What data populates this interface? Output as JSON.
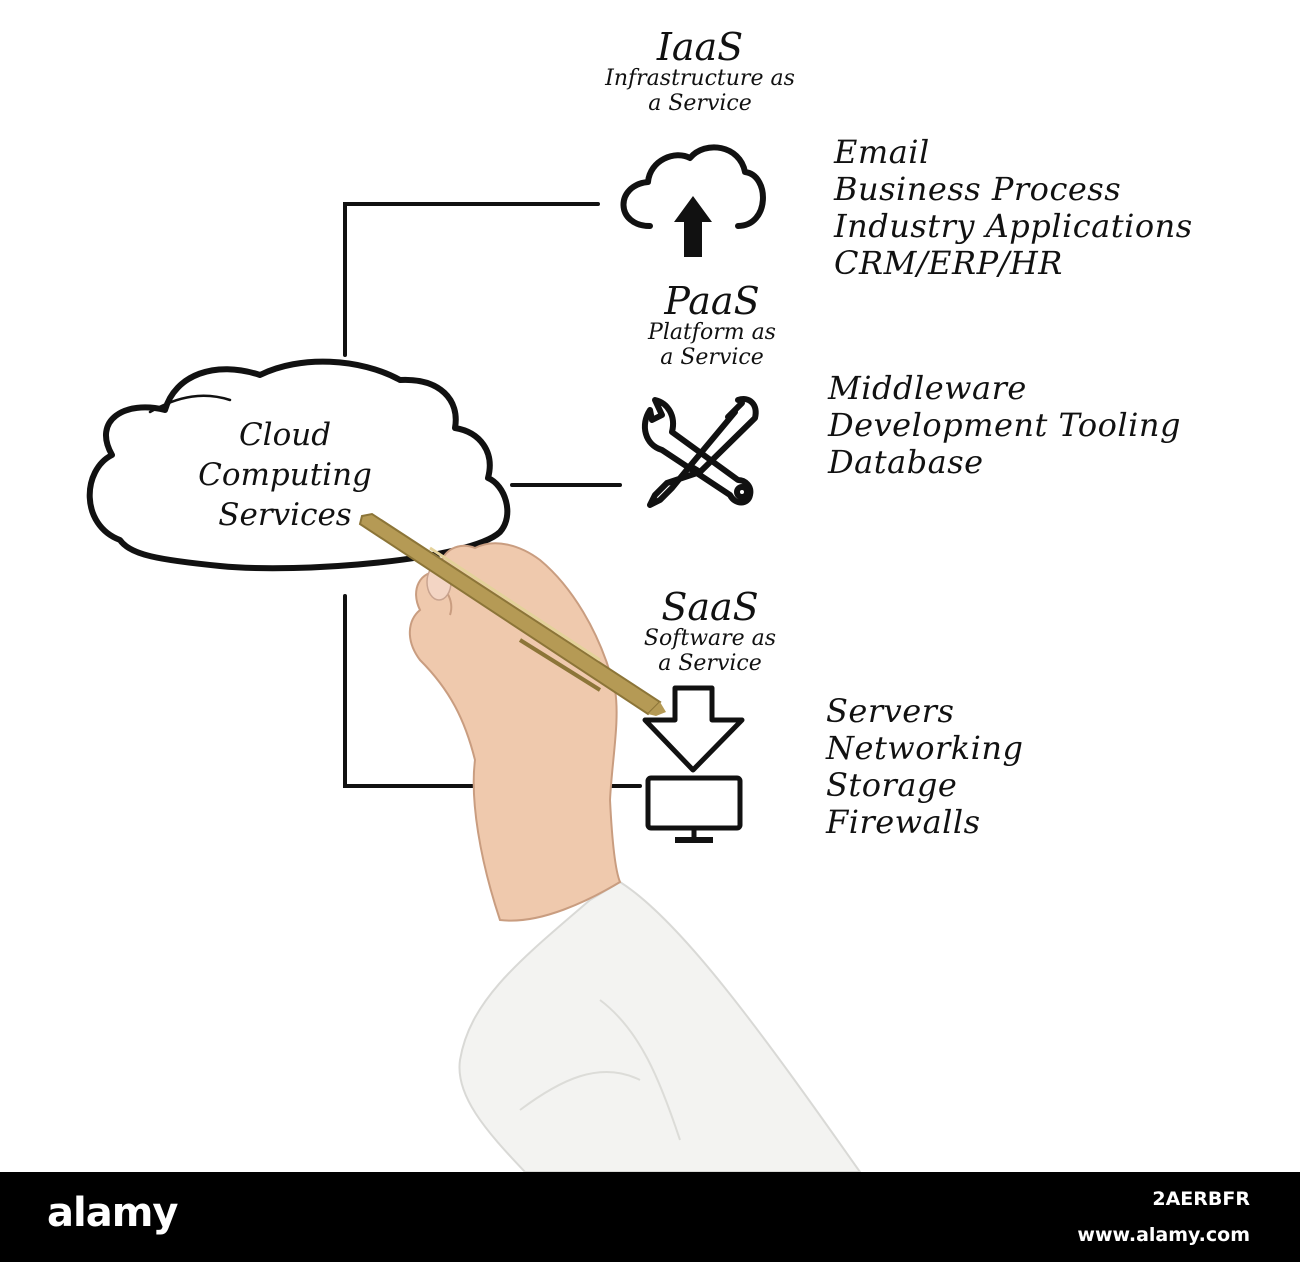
{
  "cloud": {
    "label": "Cloud\nComputing\nServices"
  },
  "iaas": {
    "title": "IaaS",
    "subtitle": "Infrastructure as\na Service",
    "icon": "cloud-upload-icon",
    "items": [
      "Email",
      "Business Process",
      "Industry Applications",
      "CRM/ERP/HR"
    ]
  },
  "paas": {
    "title": "PaaS",
    "subtitle": "Platform as\na Service",
    "icon": "tools-icon",
    "items": [
      "Middleware",
      "Development Tooling",
      "Database"
    ]
  },
  "saas": {
    "title": "SaaS",
    "subtitle": "Software as\na Service",
    "icon": "monitor-download-icon",
    "items": [
      "Servers",
      "Networking",
      "Storage",
      "Firewalls"
    ]
  },
  "footer": {
    "logo": "alamy",
    "image_id": "2AERBFR",
    "site": "www.alamy.com"
  },
  "colors": {
    "ink": "#111111",
    "pen_gold": "#b59a55",
    "skin": "#efc9ad",
    "sleeve": "#f3f3f1",
    "footer": "#000000"
  }
}
